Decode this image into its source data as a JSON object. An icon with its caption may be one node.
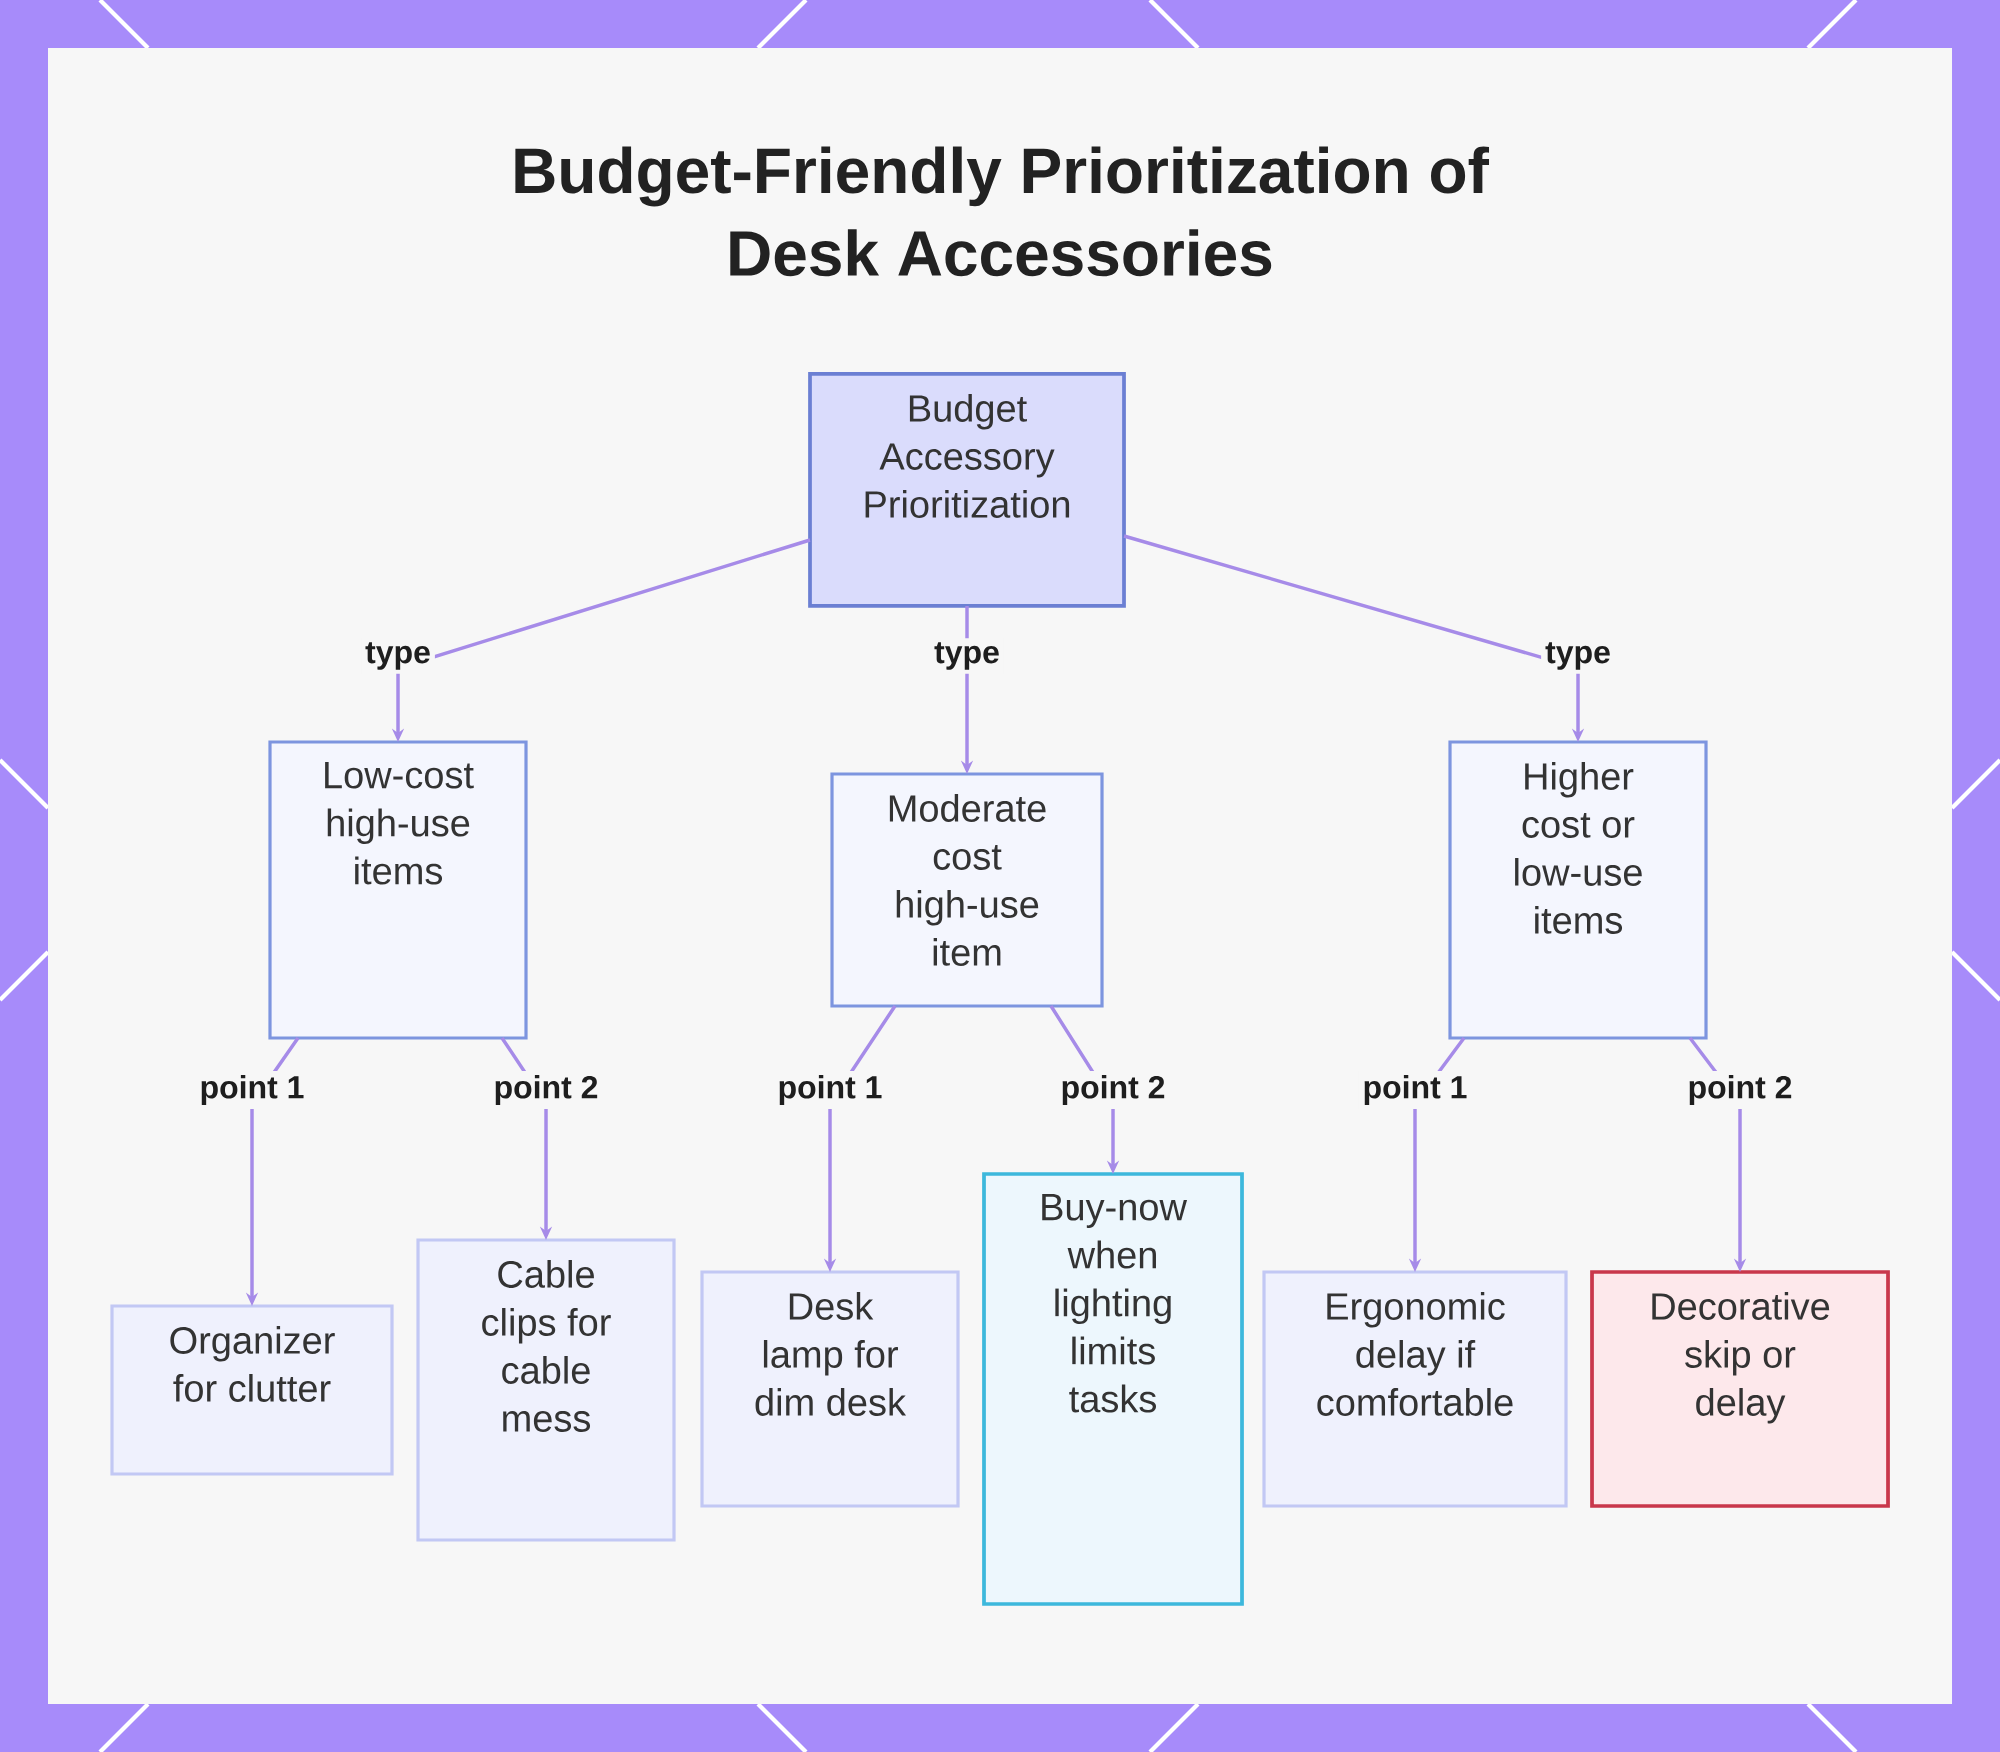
{
  "diagram": {
    "title": "Budget-Friendly Prioritization of Desk Accessories",
    "nodes": [
      {
        "text": [
          "Budget Accessory Prioritization"
        ]
      },
      {
        "text": [
          "Low-cost high-use items"
        ]
      },
      {
        "text": [
          "Moderate cost high-use item"
        ]
      },
      {
        "text": [
          "Higher cost or low-use items"
        ]
      },
      {
        "text": [
          "Organizer for clutter"
        ]
      },
      {
        "text": [
          "Cable clips for cable mess"
        ]
      },
      {
        "text": [
          "Desk lamp for dim desk"
        ]
      },
      {
        "text": [
          "Buy-now when lighting limits tasks"
        ]
      },
      {
        "text": [
          "Ergonomic delay if comfortable"
        ]
      },
      {
        "text": [
          "Decorative skip or delay"
        ]
      }
    ],
    "edges": [
      {
        "from": 0,
        "to": 1,
        "arrow": "to",
        "label": "type"
      },
      {
        "from": 0,
        "to": 2,
        "arrow": "to",
        "label": "type"
      },
      {
        "from": 0,
        "to": 3,
        "arrow": "to",
        "label": "type"
      },
      {
        "from": 1,
        "to": 4,
        "arrow": "to",
        "label": "point 1"
      },
      {
        "from": 1,
        "to": 5,
        "arrow": "to",
        "label": "point 2"
      },
      {
        "from": 2,
        "to": 6,
        "arrow": "to",
        "label": "point 1"
      },
      {
        "from": 2,
        "to": 7,
        "arrow": "to",
        "label": "point 2"
      },
      {
        "from": 3,
        "to": 8,
        "arrow": "to",
        "label": "point 1"
      },
      {
        "from": 3,
        "to": 9,
        "arrow": "to",
        "label": "point 2"
      }
    ]
  }
}
